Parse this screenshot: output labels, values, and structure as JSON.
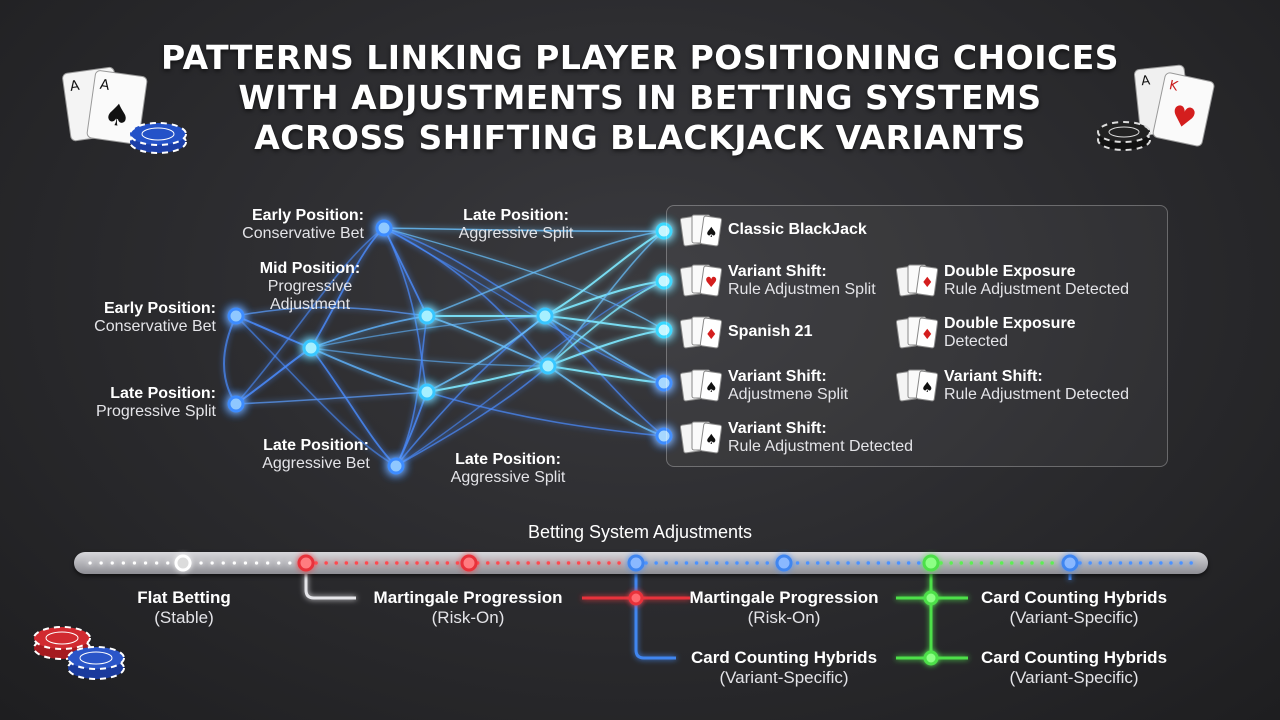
{
  "title": {
    "line1": "PATTERNS LINKING PLAYER POSITIONING CHOICES",
    "line2": "WITH ADJUSTMENTS IN BETTING SYSTEMS",
    "line3": "ACROSS SHIFTING BLACKJACK VARIANTS"
  },
  "positions": [
    {
      "title": "Early Position:",
      "sub": "Conservative Bet"
    },
    {
      "title": "Late Position:",
      "sub": "Aggressive Split"
    },
    {
      "title": "Mid Position:",
      "sub1": "Progressive",
      "sub2": "Adjustment"
    },
    {
      "title": "Early Position:",
      "sub": "Conservative Bet"
    },
    {
      "title": "Late Position:",
      "sub": "Progressive Split"
    },
    {
      "title": "Late Position:",
      "sub": "Aggressive Bet"
    },
    {
      "title": "Late Position:",
      "sub": "Aggressive Split"
    }
  ],
  "variants": [
    {
      "title": "Classic BlackJack",
      "sub": ""
    },
    {
      "title": "Variant Shift:",
      "sub": "Rule Adjustmen Split"
    },
    {
      "title": "Double Exposure",
      "sub": "Rule Adjustment Detected"
    },
    {
      "title": "Spanish 21",
      "sub": ""
    },
    {
      "title": "Double Exposure",
      "sub": "Detected"
    },
    {
      "title": "Variant Shift:",
      "sub": "Adjustmenə Split"
    },
    {
      "title": "Variant Shift:",
      "sub": "Rule Adjustment Detected"
    },
    {
      "title": "Variant Shift:",
      "sub": "Rule Adjustment Detected"
    }
  ],
  "betting": {
    "title": "Betting System Adjustments",
    "items": [
      {
        "title": "Flat Betting",
        "sub": "(Stable)"
      },
      {
        "title": "Martingale Progression",
        "sub": "(Risk-On)"
      },
      {
        "title": "Martingale Progression",
        "sub": "(Risk-On)"
      },
      {
        "title": "Card Counting Hybrids",
        "sub": "(Variant-Specific)"
      },
      {
        "title": "Card Counting Hybrids",
        "sub": "(Variant-Specific)"
      },
      {
        "title": "Card Counting Hybrids",
        "sub": "(Variant-Specific)"
      }
    ]
  },
  "colors": {
    "node_blue": "#5fb4ff",
    "node_cyan": "#7de8ff",
    "martingale_red": "#e8323a",
    "progression_blue": "#3f86f0",
    "counting_green": "#4ee04a"
  },
  "icons": [
    "playing-cards-icon",
    "poker-chips-icon"
  ]
}
